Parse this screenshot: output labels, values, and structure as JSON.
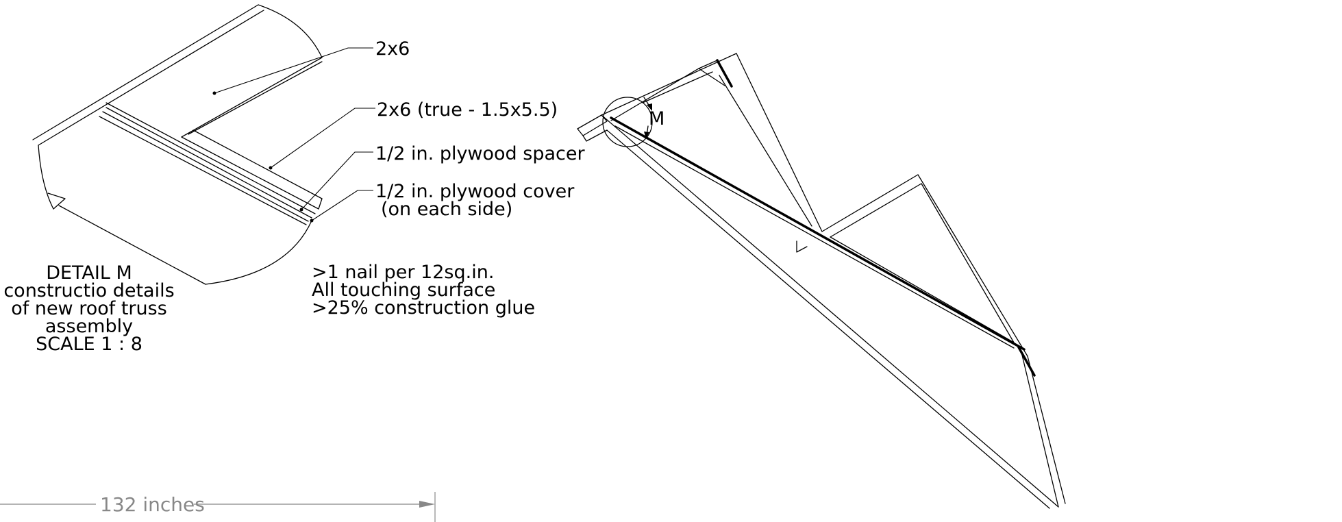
{
  "detail": {
    "labels": {
      "member_top": "2x6",
      "member_true": "2x6 (true - 1.5x5.5)",
      "spacer": "1/2 in. plywood spacer",
      "cover": "1/2 in. plywood cover",
      "cover_note": "(on each side)"
    },
    "caption": [
      "DETAIL M",
      "constructio details",
      "of new roof truss",
      "assembly",
      "SCALE 1 : 8"
    ],
    "notes": [
      ">1 nail per 12sq.in.",
      "All touching surface",
      ">25% construction glue"
    ]
  },
  "dimension": {
    "text": "132 inches"
  },
  "truss": {
    "detail_marker": "M"
  }
}
